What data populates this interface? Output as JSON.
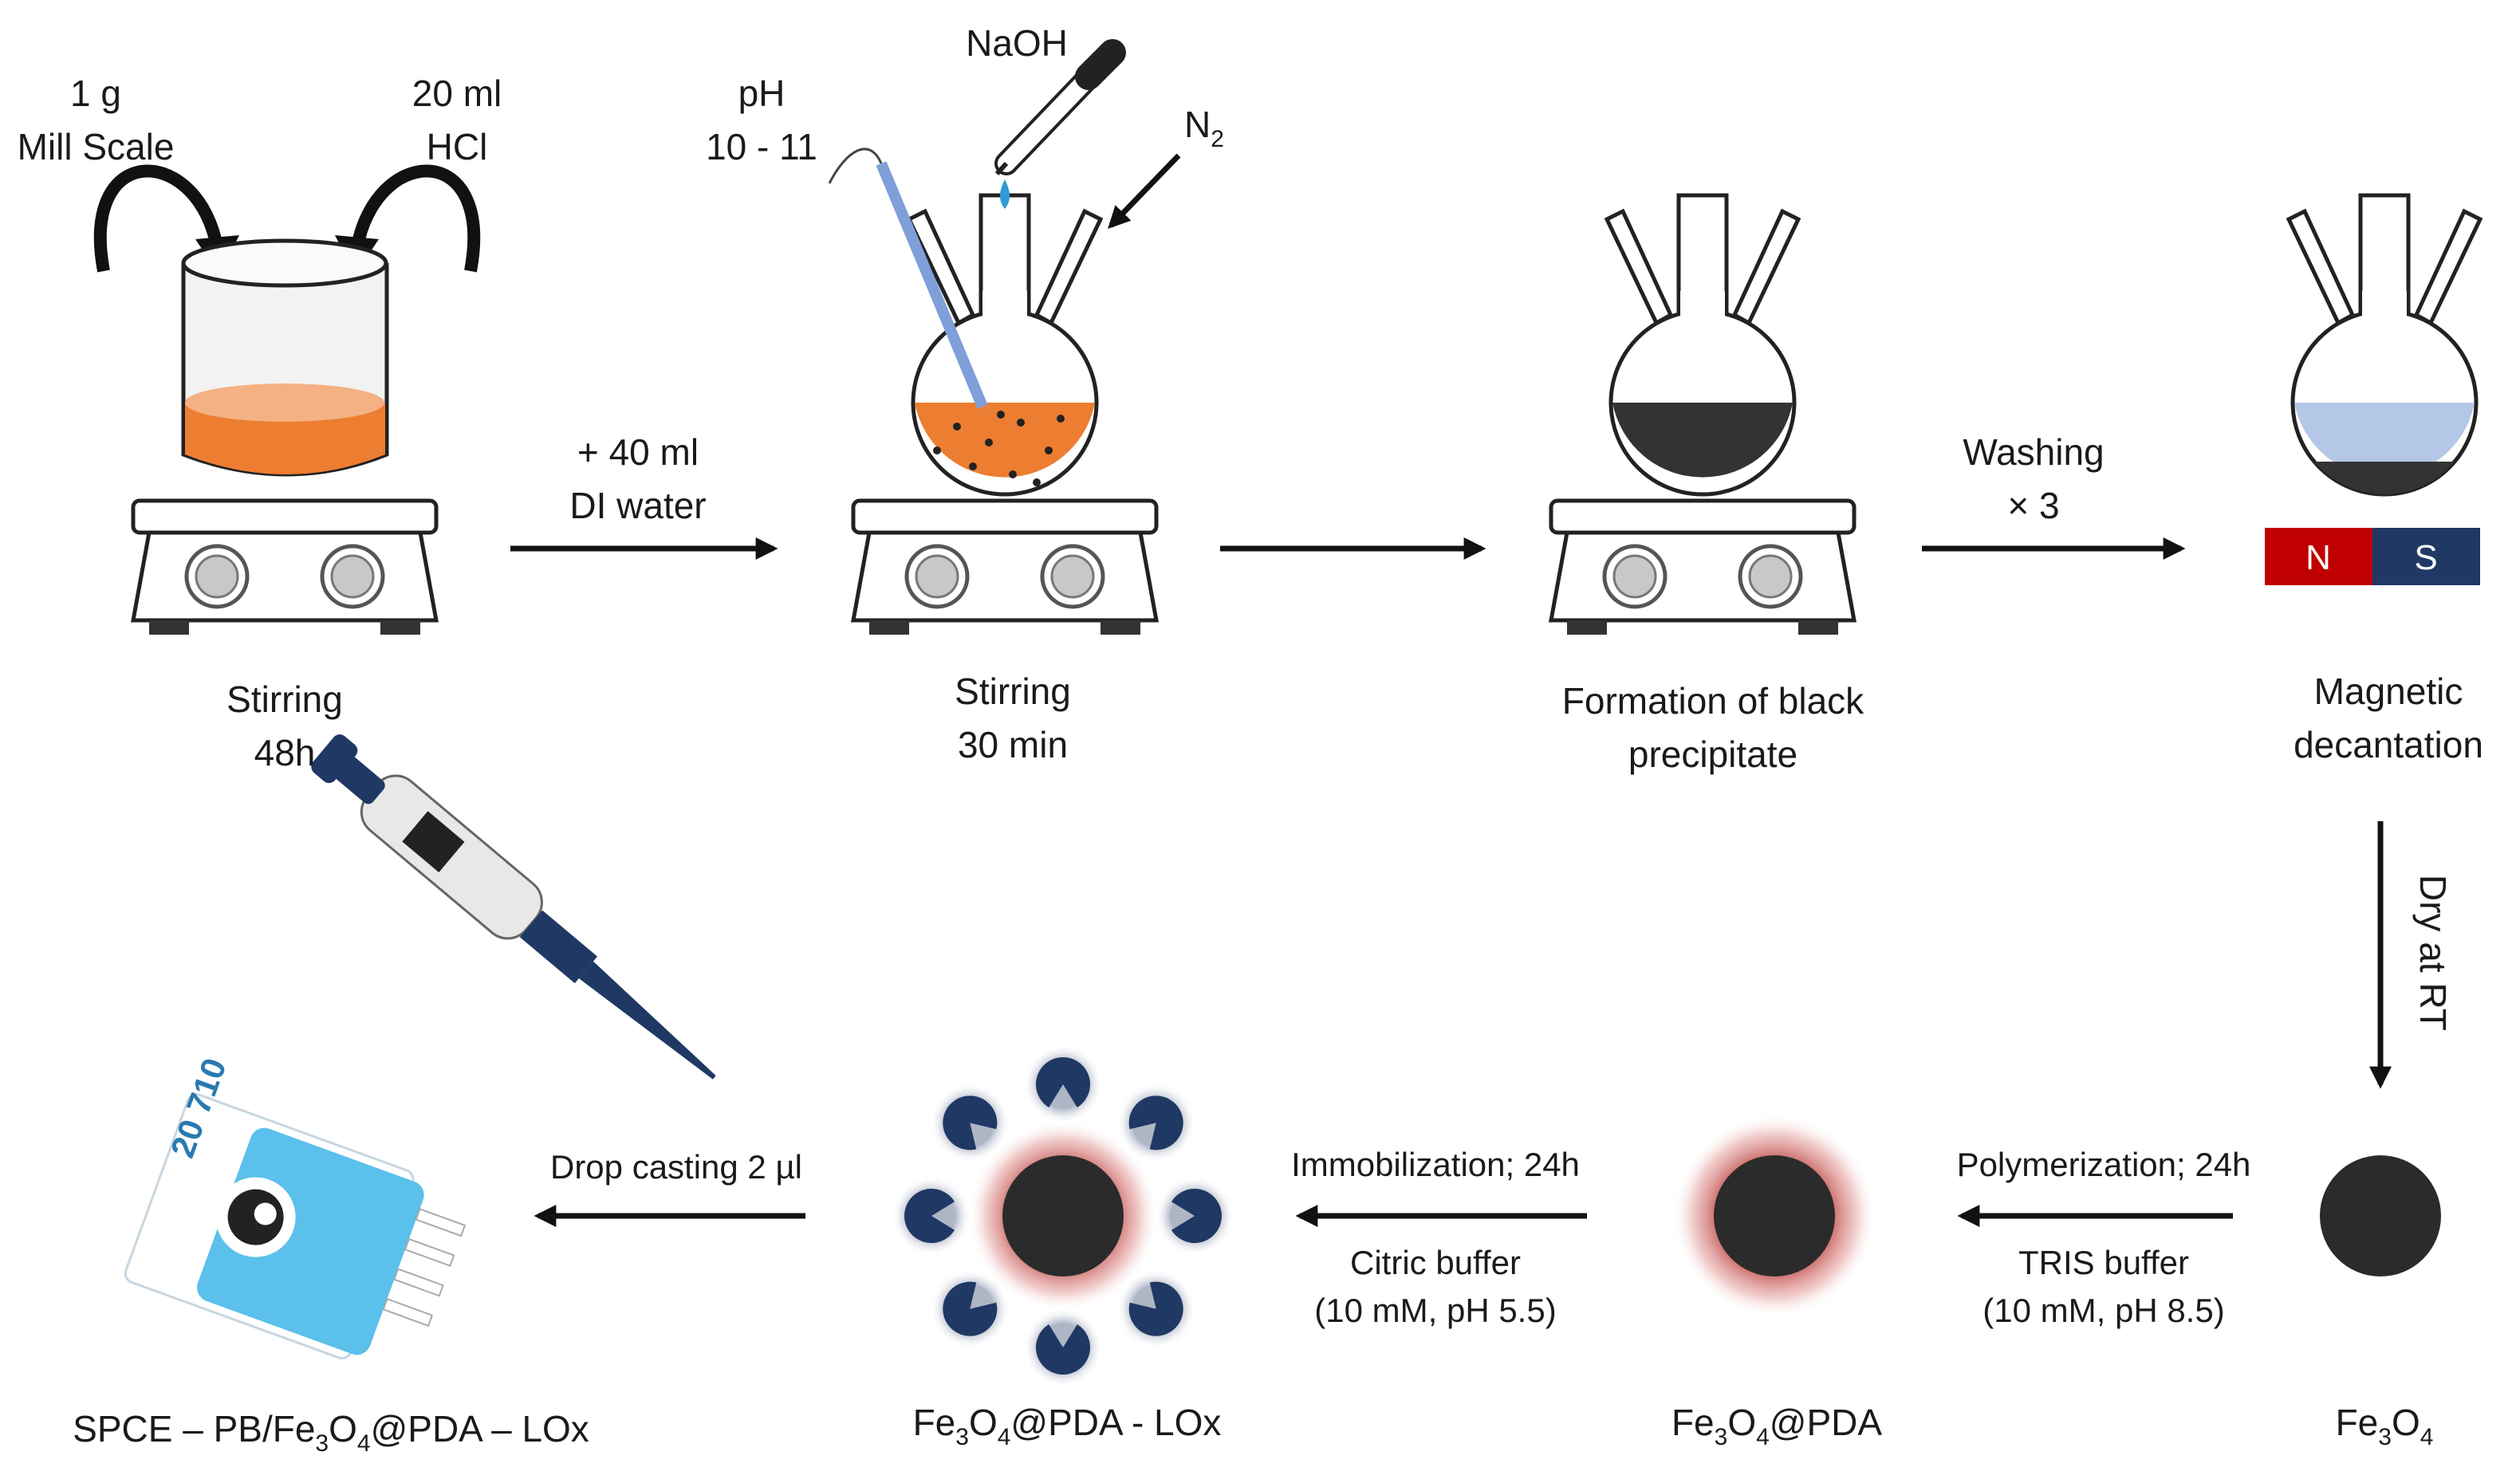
{
  "labels": {
    "mill_scale": {
      "l1": "1 g",
      "l2": "Mill Scale"
    },
    "hcl": {
      "l1": "20 ml",
      "l2": "HCl"
    },
    "ph": {
      "l1": "pH",
      "l2": "10 - 11"
    },
    "naoh": "NaOH",
    "n2": {
      "main": "N",
      "sub": "2"
    },
    "stir1": {
      "l1": "Stirring",
      "l2": "48h"
    },
    "di_water": {
      "l1": "+ 40 ml",
      "l2": "DI water"
    },
    "stir2": {
      "l1": "Stirring",
      "l2": "30 min"
    },
    "black_ppt": {
      "l1": "Formation of black",
      "l2": "precipitate"
    },
    "washing": {
      "l1": "Washing",
      "l2": "× 3"
    },
    "magnet": {
      "n": "N",
      "s": "S"
    },
    "decant": {
      "l1": "Magnetic",
      "l2": "decantation"
    },
    "dry": "Dry at RT",
    "polymerization": {
      "l1": "Polymerization; 24h",
      "l2": "TRIS buffer",
      "l3": "(10 mM, pH 8.5)"
    },
    "immobilization": {
      "l1": "Immobilization; 24h",
      "l2": "Citric buffer",
      "l3": "(10 mM, pH 5.5)"
    },
    "drop": "Drop casting 2 µl",
    "fe3o4": {
      "a": "Fe",
      "s1": "3",
      "b": "O",
      "s2": "4"
    },
    "fe3o4_pda": {
      "a": "Fe",
      "s1": "3",
      "b": "O",
      "s2": "4",
      "c": "@PDA"
    },
    "fe3o4_pda_lox": {
      "a": "Fe",
      "s1": "3",
      "b": "O",
      "s2": "4",
      "c": "@PDA - LOx"
    },
    "spce": {
      "a": "SPCE – PB/Fe",
      "s1": "3",
      "b": "O",
      "s2": "4",
      "c": "@PDA – LOx"
    },
    "sensor_text": "20 710"
  },
  "colors": {
    "orange": "#ed7d31",
    "orange_light": "#f4b183",
    "black_ppt": "#333333",
    "light_blue": "#b4c7e7",
    "magnet_n": "#c00000",
    "magnet_s": "#1f3864",
    "enzyme": "#203864",
    "pda_glow": "#c0504d",
    "sensor_blue": "#5bc0eb"
  }
}
